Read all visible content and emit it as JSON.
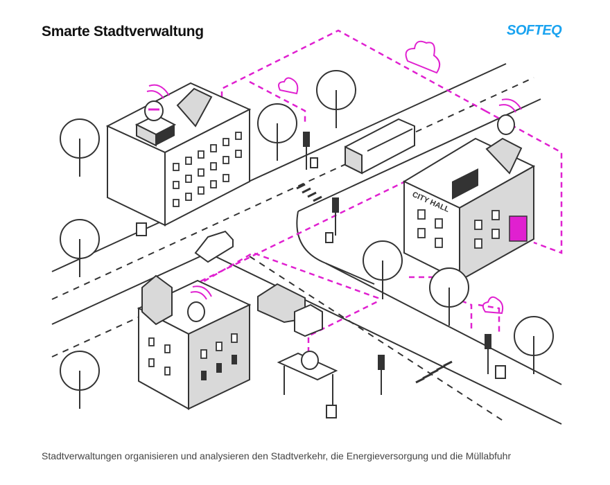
{
  "header": {
    "title": "Smarte Stadtverwaltung",
    "logo": "SOFTEQ"
  },
  "illustration": {
    "city_hall_sign": "CITY HALL"
  },
  "caption": "Stadtverwaltungen organisieren und analysieren den Stadtverkehr, die Energieversorgung und die Müllabfuhr",
  "colors": {
    "accent": "#e020d0",
    "logo": "#1aa3f0",
    "line": "#333333"
  }
}
